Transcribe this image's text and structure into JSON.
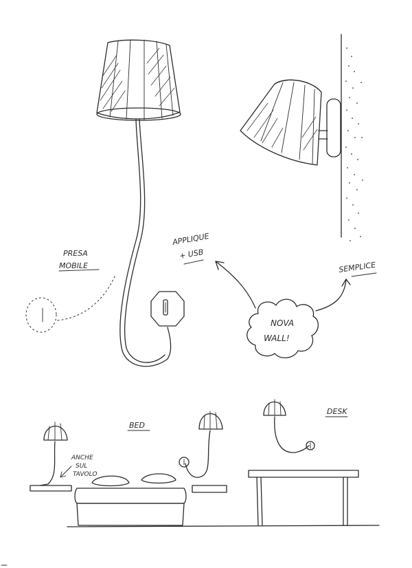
{
  "annotations": {
    "presa_line1": "PRESA",
    "presa_line2": "MOBILE",
    "applique_line1": "APPLIQUE",
    "applique_line2": "+ USB",
    "semplice": "SEMPLICE",
    "nova_line1": "NOVA",
    "nova_line2": "WALL!",
    "bed": "BED",
    "desk": "DESK",
    "anche_line1": "ANCHE",
    "anche_line2": "SUL",
    "anche_line3": "TAVOLO"
  }
}
